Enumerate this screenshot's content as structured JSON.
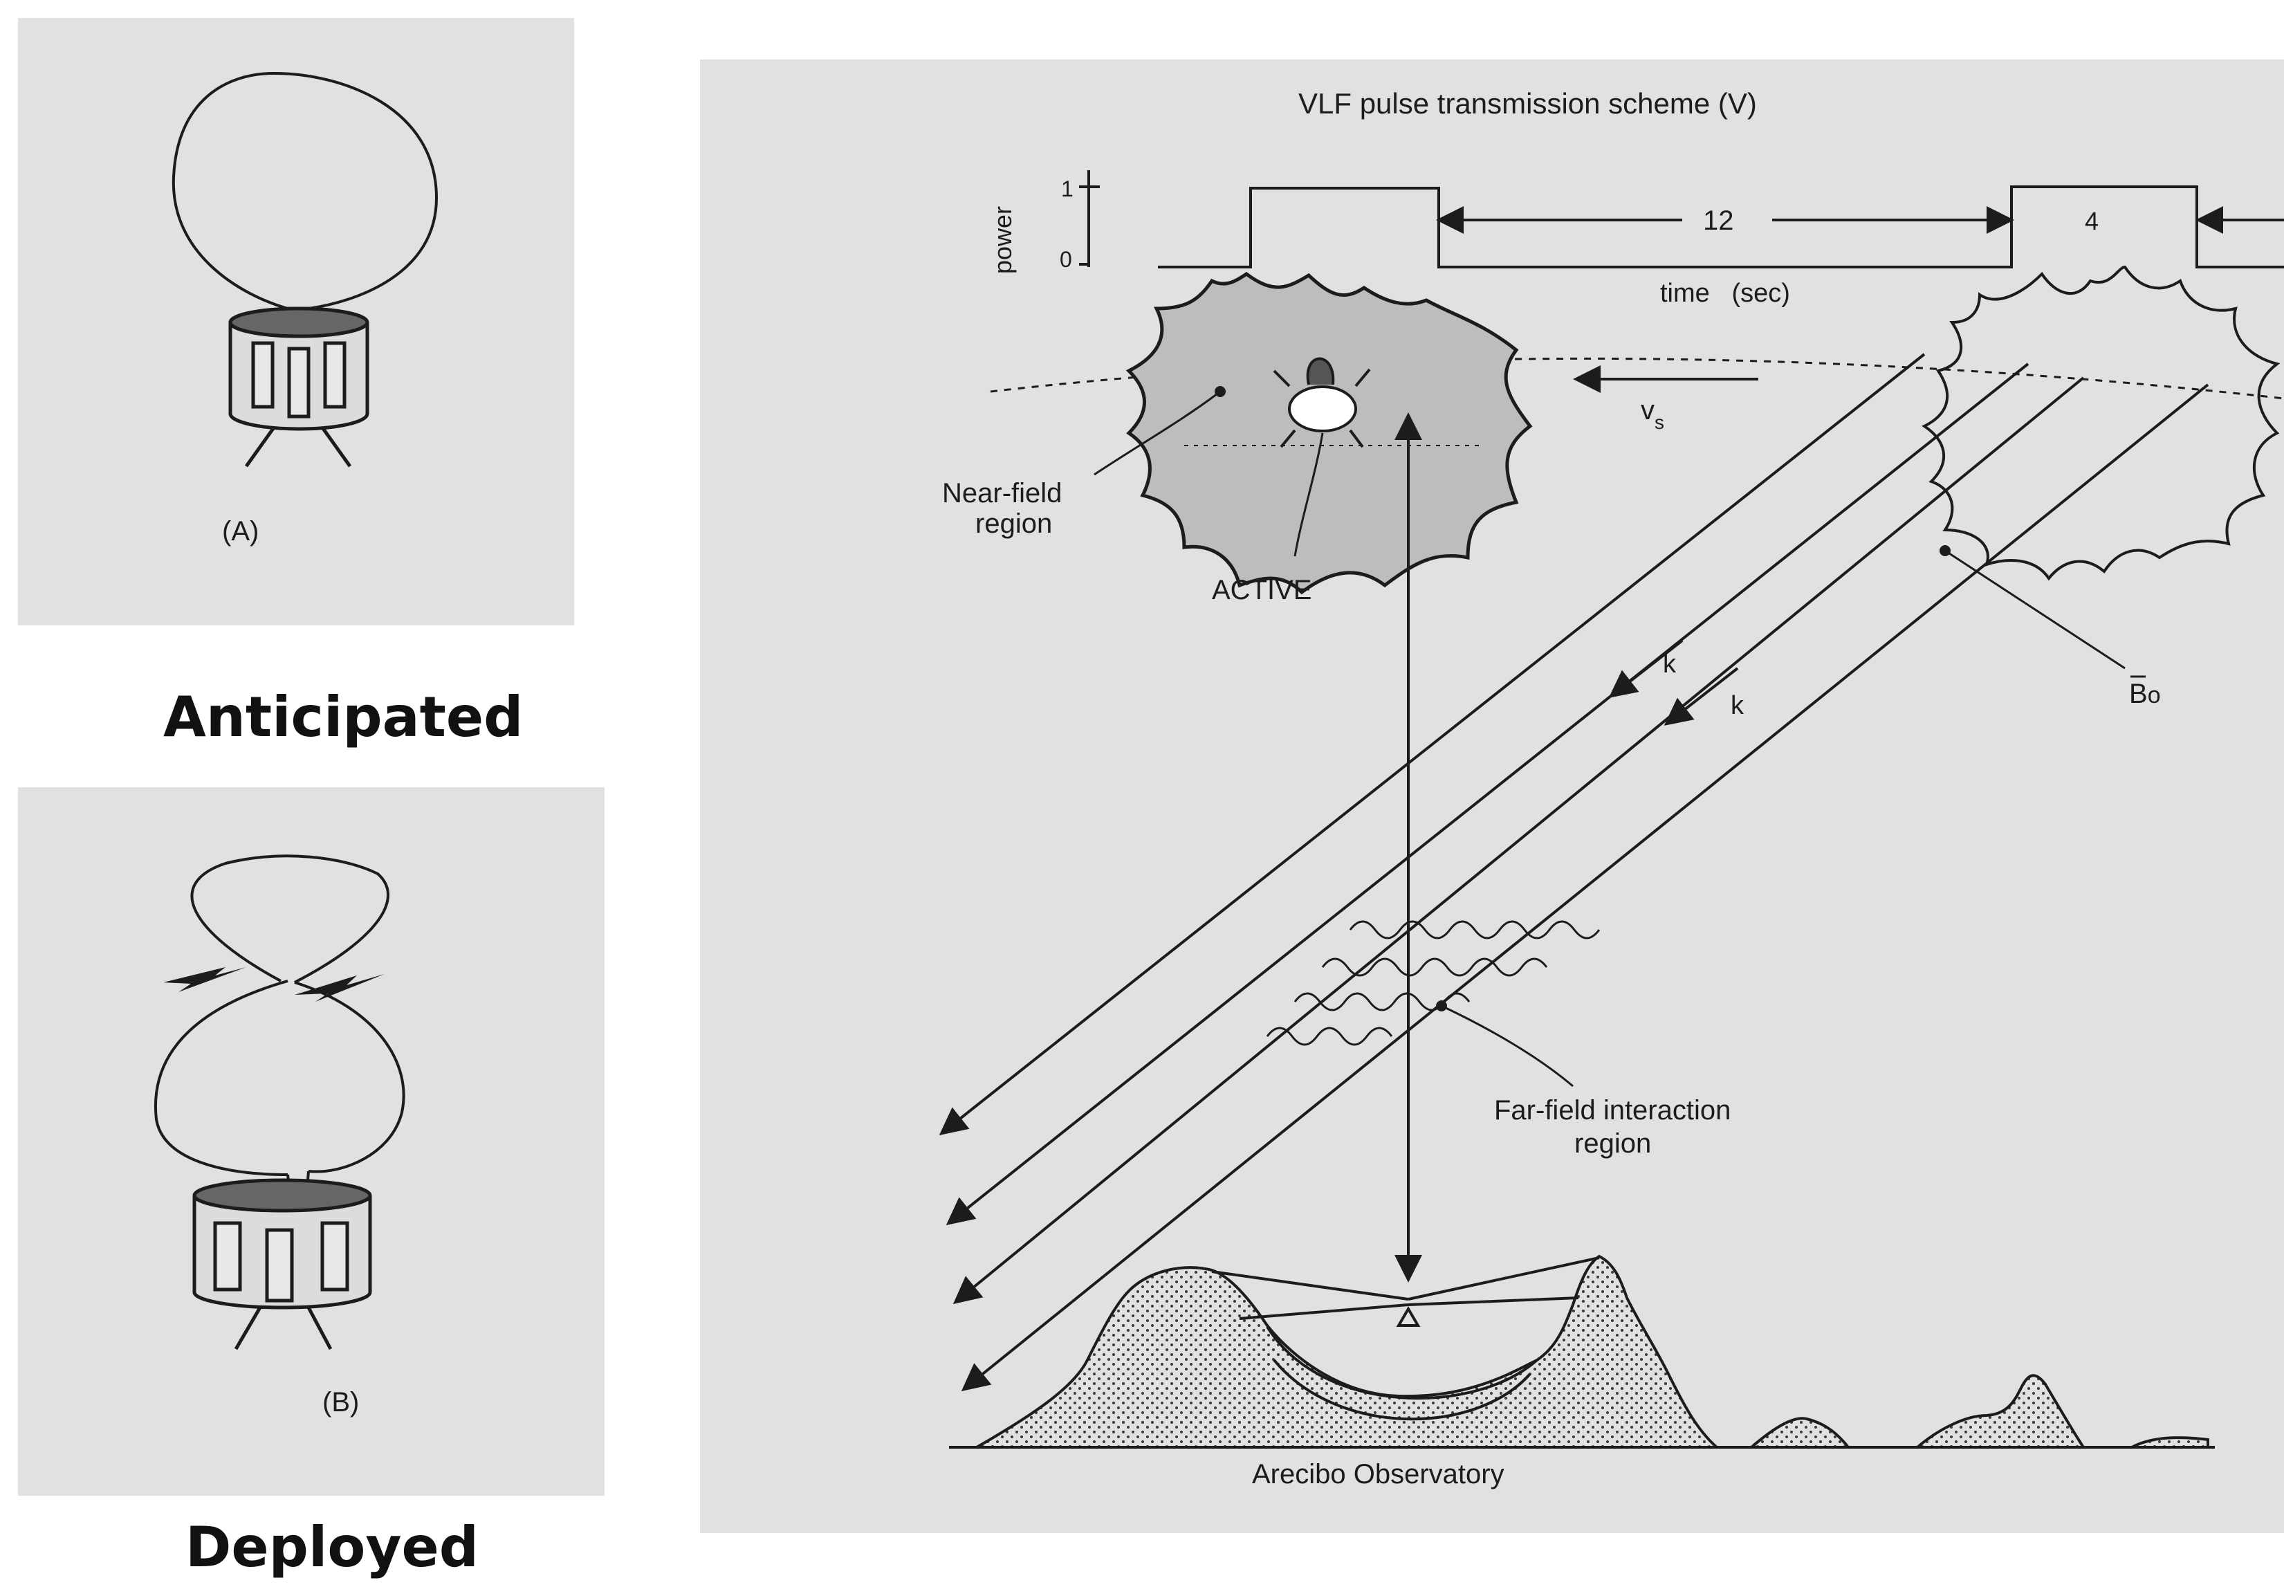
{
  "panel_a": {
    "label": "(A)",
    "caption": "Anticipated"
  },
  "panel_b": {
    "label": "(B)",
    "caption": "Deployed"
  },
  "main": {
    "title": "VLF pulse transmission scheme (V)",
    "power_axis": {
      "label": "power",
      "tick_high": "1",
      "tick_low": "0"
    },
    "time_label": "time   (sec)",
    "interval_off": "12",
    "interval_on": "4",
    "velocity_label": "v",
    "velocity_subscript": "s",
    "field_label": "B",
    "field_subscript": "o",
    "wave_vector_1": "k",
    "wave_vector_2": "k",
    "near_field": {
      "line1": "Near-field",
      "line2": "region"
    },
    "active_label": "ACTIVE",
    "far_field": {
      "line1": "Far-field interaction",
      "line2": "region"
    },
    "observatory": "Arecibo Observatory"
  },
  "colors": {
    "panel_background": "#e1e1e1",
    "ink": "#1c1c1c",
    "cloud_fill": "#bdbdbd"
  }
}
